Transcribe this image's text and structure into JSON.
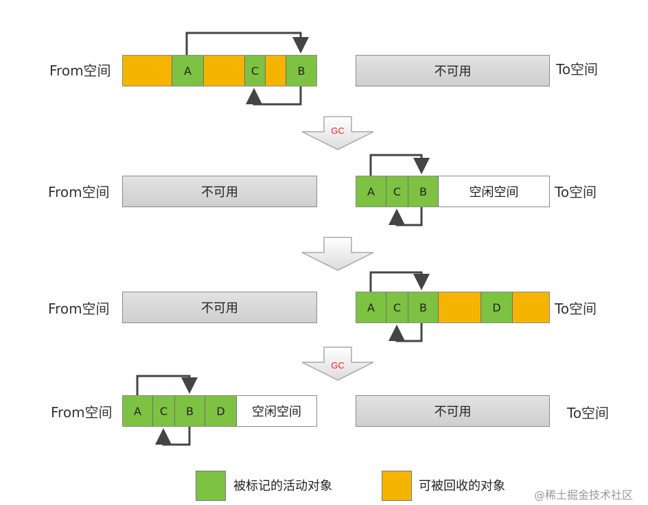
{
  "labels": {
    "from": "From空间",
    "to": "To空间"
  },
  "unavailable": "不可用",
  "free_space": "空闲空间",
  "gc": "GC",
  "objects": {
    "a": "A",
    "b": "B",
    "c": "C",
    "d": "D"
  },
  "legend": {
    "live": "被标记的活动对象",
    "garbage": "可被回收的对象"
  },
  "watermark": "@稀土掘金技术社区",
  "colors": {
    "live": "#7dc242",
    "garbage": "#f5b400",
    "gc_text": "#e8212e"
  }
}
